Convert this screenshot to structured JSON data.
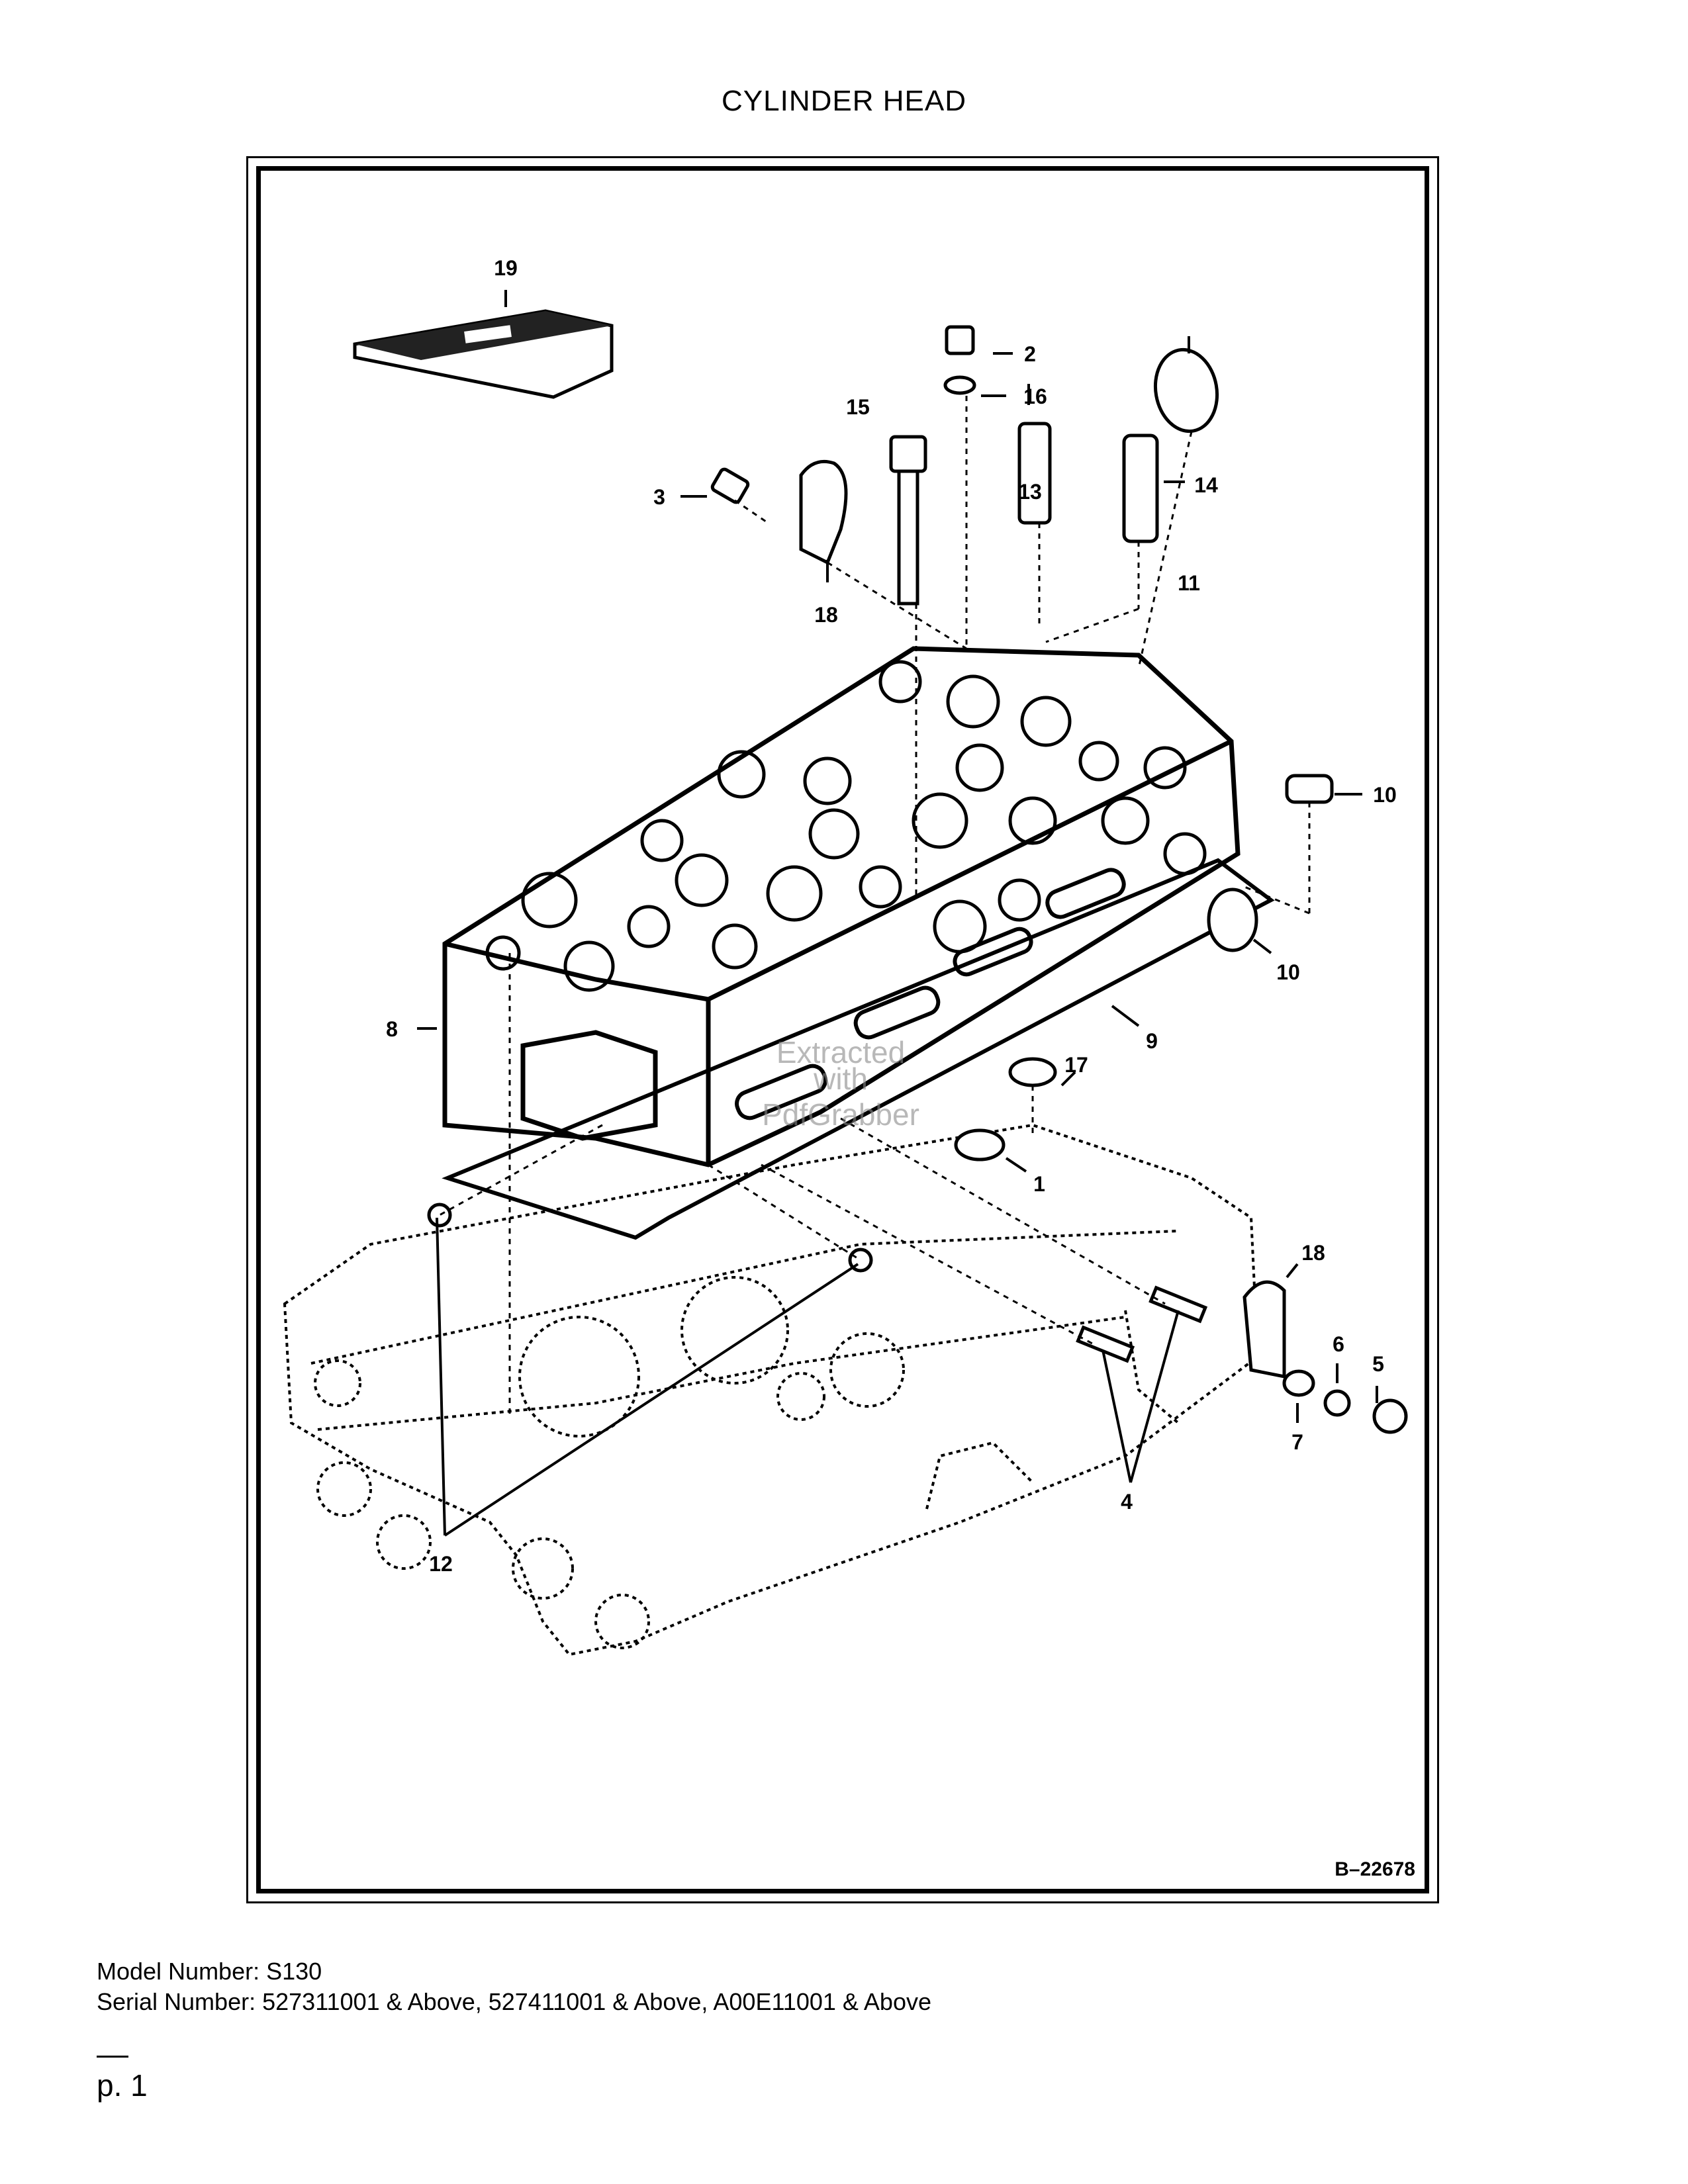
{
  "title": "CYLINDER HEAD",
  "diagram": {
    "reference_code": "B–22678",
    "watermark_lines": [
      "Extracted",
      "with",
      "PdfGrabber"
    ],
    "callouts": [
      "19",
      "2",
      "16",
      "15",
      "3",
      "13",
      "14",
      "18",
      "11",
      "10",
      "10",
      "8",
      "9",
      "17",
      "1",
      "18",
      "6",
      "5",
      "7",
      "4",
      "12"
    ]
  },
  "footer": {
    "model_label": "Model Number:",
    "model_value": "S130",
    "serial_label": "Serial Number:",
    "serial_value": "527311001 & Above, 527411001 & Above, A00E11001 & Above"
  },
  "page_number": "p. 1"
}
